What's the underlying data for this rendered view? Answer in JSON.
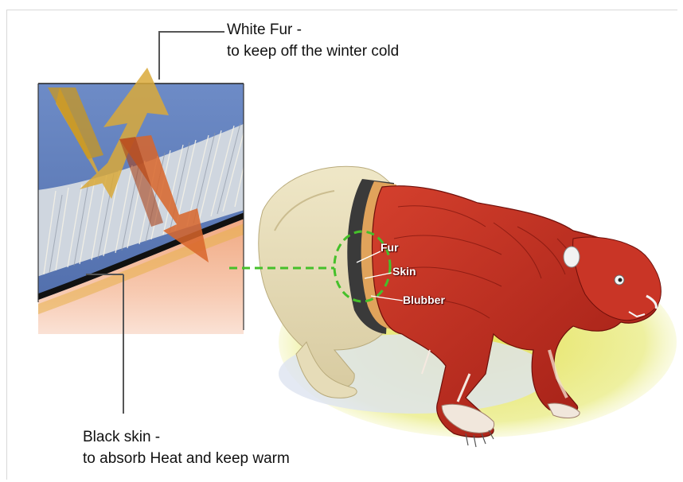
{
  "annotations": {
    "white_fur_title": "White Fur -",
    "white_fur_desc": "to keep off the winter cold",
    "black_skin_title": "Black skin -",
    "black_skin_desc": "to absorb Heat and keep warm"
  },
  "bear_layers": {
    "fur": "Fur",
    "skin": "Skin",
    "blubber": "Blubber"
  },
  "colors": {
    "sky": "#5a79b8",
    "fur": "#e9e2c8",
    "skin": "#1a1a1a",
    "blubber": "#f3b79a",
    "muscle": "#c42a1e",
    "arrow_in": "#c9971f",
    "arrow_out": "#c8561a",
    "callout_ring": "#45c02a"
  }
}
